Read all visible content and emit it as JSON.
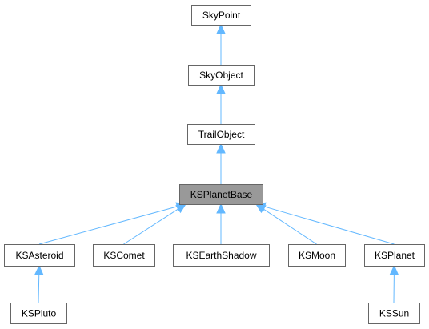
{
  "colors": {
    "node_fill": "#ffffff",
    "highlight_fill": "#999999",
    "node_border": "#666666",
    "edge": "#63b8ff"
  },
  "nodes": [
    {
      "id": "skypoint",
      "label": "SkyPoint",
      "highlight": false
    },
    {
      "id": "skyobject",
      "label": "SkyObject",
      "highlight": false
    },
    {
      "id": "trailobject",
      "label": "TrailObject",
      "highlight": false
    },
    {
      "id": "ksplanetbase",
      "label": "KSPlanetBase",
      "highlight": true
    },
    {
      "id": "ksasteroid",
      "label": "KSAsteroid",
      "highlight": false
    },
    {
      "id": "kscomet",
      "label": "KSComet",
      "highlight": false
    },
    {
      "id": "ksearthshadow",
      "label": "KSEarthShadow",
      "highlight": false
    },
    {
      "id": "ksmoon",
      "label": "KSMoon",
      "highlight": false
    },
    {
      "id": "ksplanet",
      "label": "KSPlanet",
      "highlight": false
    },
    {
      "id": "kspluto",
      "label": "KSPluto",
      "highlight": false
    },
    {
      "id": "kssun",
      "label": "KSSun",
      "highlight": false
    }
  ],
  "edges": [
    {
      "from": "skyobject",
      "to": "skypoint"
    },
    {
      "from": "trailobject",
      "to": "skyobject"
    },
    {
      "from": "ksplanetbase",
      "to": "trailobject"
    },
    {
      "from": "ksasteroid",
      "to": "ksplanetbase"
    },
    {
      "from": "kscomet",
      "to": "ksplanetbase"
    },
    {
      "from": "ksearthshadow",
      "to": "ksplanetbase"
    },
    {
      "from": "ksmoon",
      "to": "ksplanetbase"
    },
    {
      "from": "ksplanet",
      "to": "ksplanetbase"
    },
    {
      "from": "kspluto",
      "to": "ksasteroid"
    },
    {
      "from": "kssun",
      "to": "ksplanet"
    }
  ]
}
